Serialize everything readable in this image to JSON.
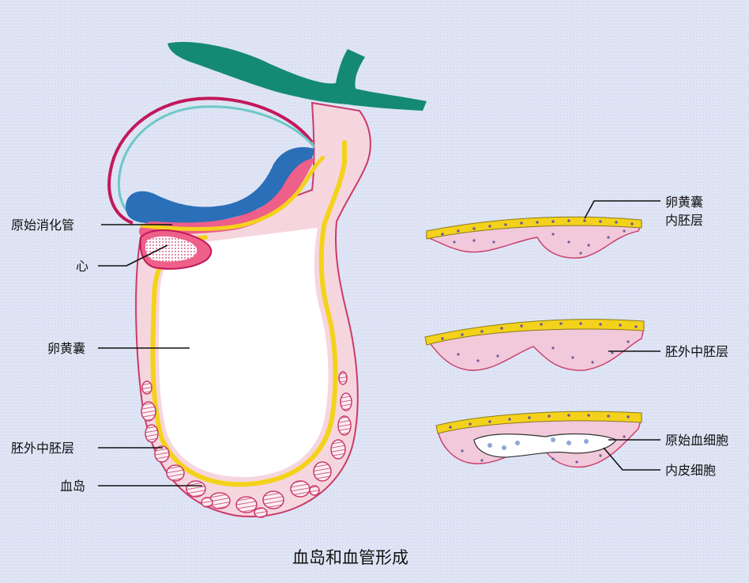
{
  "labels": {
    "primitive_gut": "原始消化管",
    "heart": "心",
    "yolk_sac": "卵黄囊",
    "extraembryonic_mesoderm_left": "胚外中胚层",
    "blood_island": "血岛",
    "yolk_sac_endoderm_line1": "卵黄囊",
    "yolk_sac_endoderm_line2": "内胚层",
    "extraembryonic_mesoderm_right": "胚外中胚层",
    "primitive_blood_cell": "原始血细胞",
    "endothelial_cell": "内皮细胞"
  },
  "caption": "血岛和血管形成",
  "colors": {
    "background": "#dfe5f5",
    "teal_stalk": "#148a74",
    "ectoderm_magenta": "#c2185b",
    "amnion_cyan": "#6cc8c8",
    "neural_blue": "#2a6fb8",
    "mesoderm_pink": "#ee5f8a",
    "endoderm_yellow": "#f4d21b",
    "sac_pink": "#f6d6de",
    "outline_red": "#c93a6a",
    "cell_pink": "#f1c9da",
    "cell_nucleus": "#6f5c9a"
  }
}
